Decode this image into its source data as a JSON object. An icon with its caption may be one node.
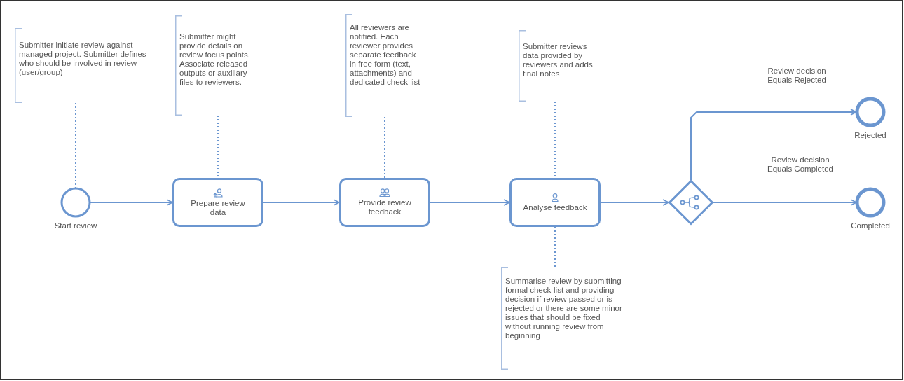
{
  "diagram": {
    "nodes": [
      {
        "text": [
          "Submitter initiate review against managed project. Submitter defines who should be involved in review (user/group)"
        ]
      },
      {
        "text": [
          "Submitter might provide details on review focus points. Associate released outputs or auxiliary files to reviewers."
        ]
      },
      {
        "text": [
          "All reviewers are notified. Each reviewer provides separate feedback in free form (text, attachments) and dedicated check list"
        ]
      },
      {
        "text": [
          "Submitter reviews data provided by reviewers and adds final notes"
        ]
      },
      {
        "text": [
          "Start review"
        ]
      },
      {
        "text": [
          "Prepare review data"
        ]
      },
      {
        "text": [
          "Provide review feedback"
        ]
      },
      {
        "text": [
          "Analyse feedback"
        ]
      },
      {
        "text": [
          "Summarise review by submitting formal check-list and providing decision if review passed or is rejected or there are some minor issues that should be fixed without running review from beginning"
        ]
      },
      {
        "text": [],
        "shape": "diamond"
      },
      {
        "text": [
          "Rejected"
        ]
      },
      {
        "text": [
          "Completed"
        ]
      }
    ],
    "edges": [
      {
        "from": 0,
        "to": 4,
        "arrow": "none",
        "style": "dashed"
      },
      {
        "from": 1,
        "to": 5,
        "arrow": "none",
        "style": "dashed"
      },
      {
        "from": 2,
        "to": 6,
        "arrow": "none",
        "style": "dashed"
      },
      {
        "from": 3,
        "to": 7,
        "arrow": "none",
        "style": "dashed"
      },
      {
        "from": 7,
        "to": 8,
        "arrow": "none",
        "style": "dashed"
      },
      {
        "from": 4,
        "to": 5,
        "arrow": "to"
      },
      {
        "from": 5,
        "to": 6,
        "arrow": "to"
      },
      {
        "from": 6,
        "to": 7,
        "arrow": "to"
      },
      {
        "from": 7,
        "to": 9,
        "arrow": "to"
      },
      {
        "from": 9,
        "to": 10,
        "arrow": "to",
        "label": "Review decision Equals Rejected"
      },
      {
        "from": 9,
        "to": 11,
        "arrow": "to",
        "label": "Review decision Equals Completed"
      }
    ]
  }
}
